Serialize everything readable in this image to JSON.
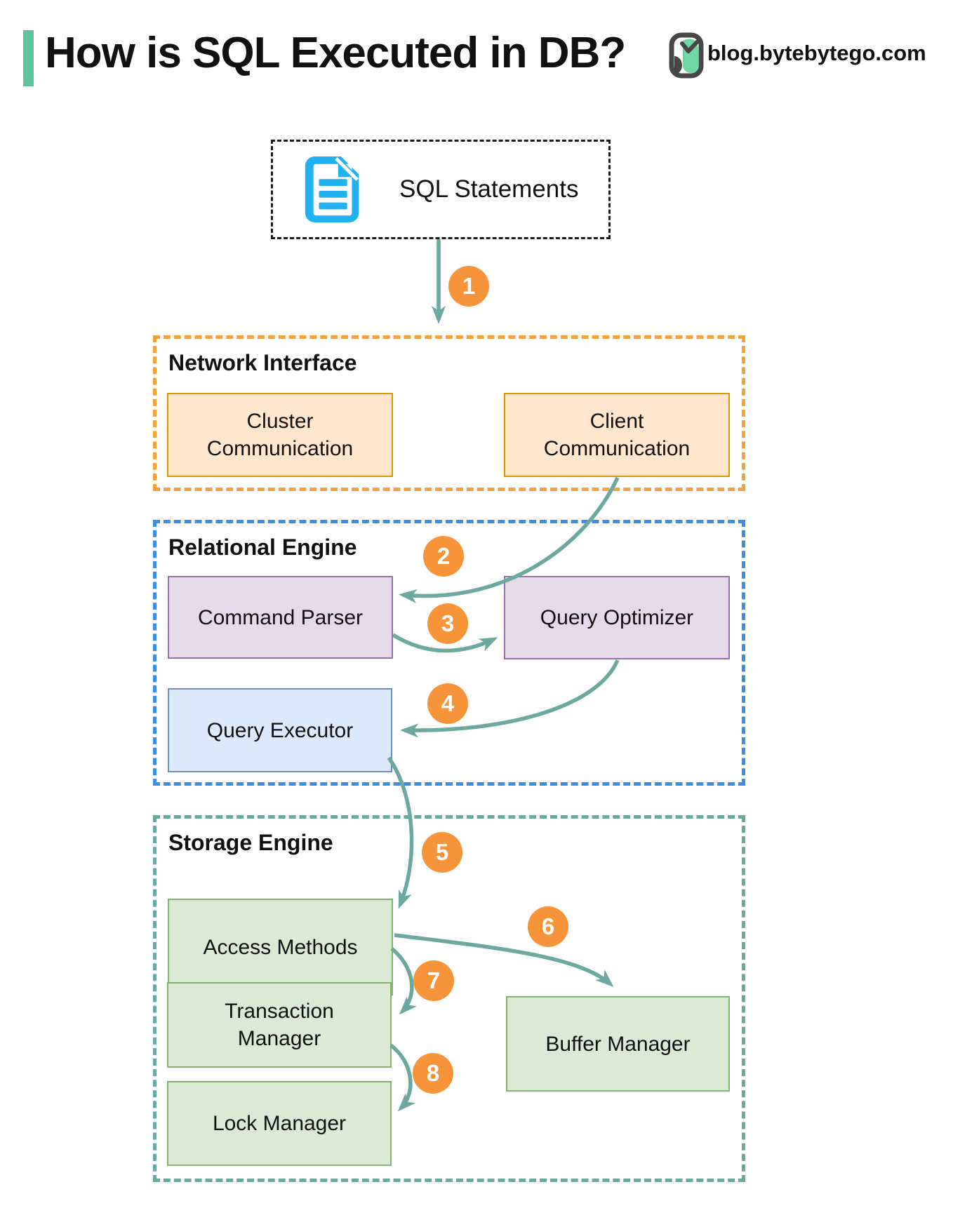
{
  "header": {
    "title": "How is SQL Executed in DB?",
    "brand": "blog.bytebytego.com",
    "accent_color": "#5EC49C"
  },
  "source_box": {
    "label": "SQL Statements",
    "icon": "document-icon",
    "icon_color": "#1FB1F0"
  },
  "sections": {
    "network": {
      "title": "Network Interface",
      "border_color": "#F2A33C",
      "nodes": {
        "cluster": "Cluster Communication",
        "client": "Client Communication"
      },
      "node_fill": "#FFE6CC",
      "node_border": "#D79B00"
    },
    "relational": {
      "title": "Relational Engine",
      "border_color": "#3C8DE4",
      "nodes": {
        "parser": "Command Parser",
        "optimizer": "Query Optimizer",
        "executor": "Query Executor"
      },
      "node_fill_purple": "#E5D9EA",
      "node_border_purple": "#9673A6",
      "node_fill_blue": "#DCE9FB",
      "node_border_blue": "#6C8EBF"
    },
    "storage": {
      "title": "Storage Engine",
      "border_color": "#6BA99E",
      "nodes": {
        "access": "Access Methods",
        "transaction": "Transaction Manager",
        "lock": "Lock Manager",
        "buffer": "Buffer Manager"
      },
      "node_fill": "#DBEAD5",
      "node_border": "#84B469"
    }
  },
  "steps": [
    {
      "label": "1",
      "from": "SQL Statements",
      "to": "Network Interface"
    },
    {
      "label": "2",
      "from": "Client Communication",
      "to": "Command Parser"
    },
    {
      "label": "3",
      "from": "Command Parser",
      "to": "Query Optimizer"
    },
    {
      "label": "4",
      "from": "Query Optimizer",
      "to": "Query Executor"
    },
    {
      "label": "5",
      "from": "Query Executor",
      "to": "Access Methods"
    },
    {
      "label": "6",
      "from": "Access Methods",
      "to": "Buffer Manager"
    },
    {
      "label": "7",
      "from": "Access Methods",
      "to": "Transaction Manager"
    },
    {
      "label": "8",
      "from": "Transaction Manager",
      "to": "Lock Manager"
    }
  ],
  "style": {
    "arrow_color": "#6BA99E",
    "badge_color": "#F7943A",
    "badge_text_color": "#FFFFFF"
  }
}
